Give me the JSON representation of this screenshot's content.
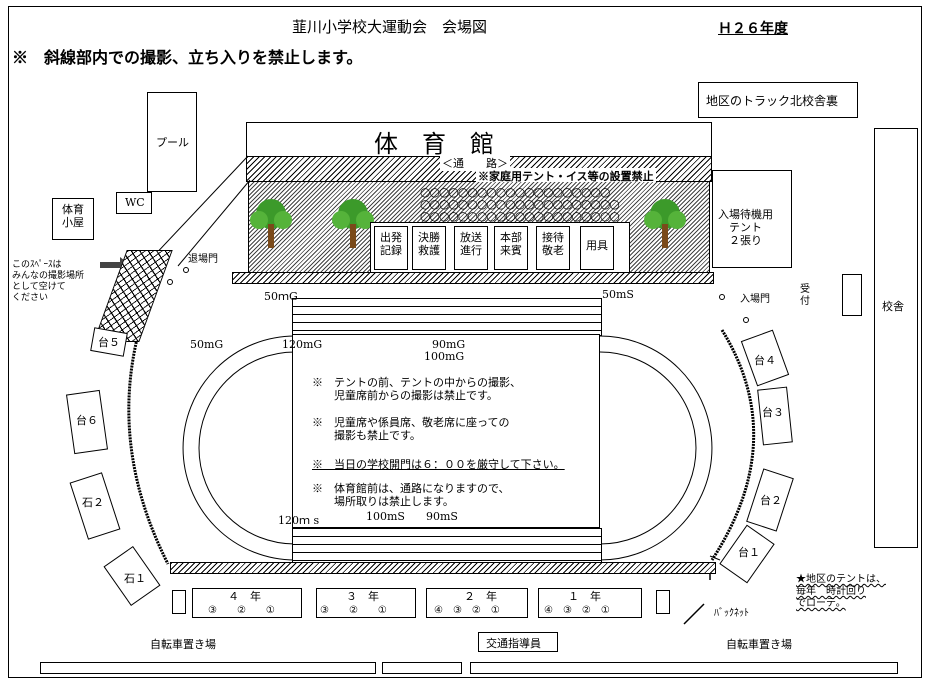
{
  "title": "韮川小学校大運動会　会場図",
  "year": "Ｈ２６年度",
  "notice": "※　斜線部内での撮影、立ち入りを禁止します。",
  "gym": {
    "label": "体　育　館",
    "aisle": "＜通　　路＞",
    "aisle_note": "※家庭用テント・イス等の設置禁止"
  },
  "pool": "プール",
  "wc": "WC",
  "storage": "体育\n小屋",
  "spectator_note": "このｽﾍﾟｰｽは\nみんなの撮影場所\nとして空けて\nください",
  "exit_gate": "退場門",
  "entry_gate": "入場門",
  "reception": "受\n付",
  "waiting_tent": "入場待機用\nテント\n２張り",
  "track_north": "地区のトラック北校舎裏",
  "school_building": "校舎",
  "tents": [
    {
      "label": "出発\n記録"
    },
    {
      "label": "決勝\n救護"
    },
    {
      "label": "放送\n進行"
    },
    {
      "label": "本部\n来賓"
    },
    {
      "label": "接待\n敬老"
    },
    {
      "label": "用具"
    }
  ],
  "distances": {
    "d50mG_top": "50ｍG",
    "d50mS_top": "50mS",
    "d50mG": "50mG",
    "d120mG": "120mG",
    "d90mG": "90mG",
    "d100mG": "100mG",
    "d120mS": "120ｍ s",
    "d100mS": "100mS",
    "d90mS": "90mS"
  },
  "rules": [
    "※　テントの前、テントの中からの撮影、\n　　児童席前からの撮影は禁止です。",
    "※　児童席や係員席、敬老席に座っての\n　　撮影も禁止です。",
    "※　当日の学校開門は６：００を厳守して下さい。",
    "※　体育館前は、通路になりますので、\n　　場所取りは禁止します。"
  ],
  "stands": {
    "dai5": "台５",
    "dai6": "台６",
    "ishi2": "石２",
    "ishi1": "石１",
    "dai4": "台４",
    "dai3": "台３",
    "dai2": "台２",
    "dai1": "台１"
  },
  "grades": [
    {
      "label": "４　年",
      "seats": "③　　②　　①"
    },
    {
      "label": "３　年",
      "seats": "③　　②　　①"
    },
    {
      "label": "２　年",
      "seats": "④　③　②　①"
    },
    {
      "label": "１　年",
      "seats": "④　③　②　①"
    }
  ],
  "backnet": "ﾊﾞｯｸﾈｯﾄ",
  "district_tent_note": "★地区のテントは、\n毎年　時計回り\nでローテ。",
  "bike_left": "自転車置き場",
  "bike_right": "自転車置き場",
  "traffic": "交通指導員"
}
